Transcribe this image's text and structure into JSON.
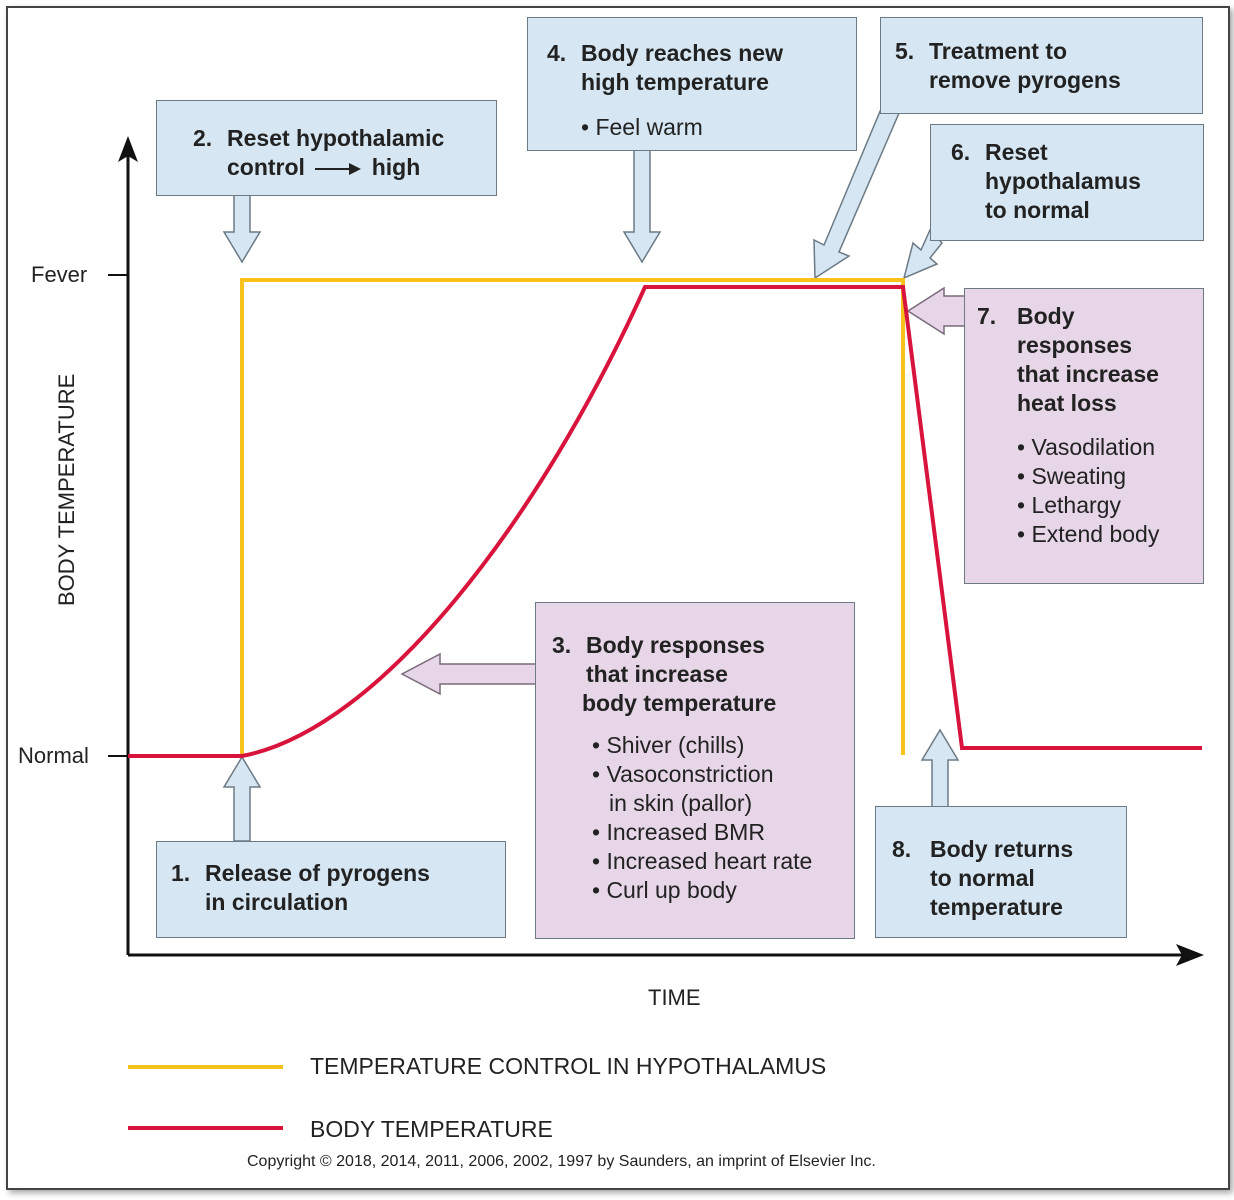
{
  "axes": {
    "y_label": "BODY TEMPERATURE",
    "x_label": "TIME",
    "y_ticks": [
      "Fever",
      "Normal"
    ]
  },
  "boxes": {
    "b1": {
      "num": "1.",
      "lines": [
        "Release of pyrogens",
        "in circulation"
      ]
    },
    "b2": {
      "num": "2.",
      "lines": [
        "Reset hypothalamic",
        "control",
        "high"
      ]
    },
    "b3": {
      "num": "3.",
      "lines": [
        "Body responses",
        "that increase",
        "body temperature"
      ],
      "bullets": [
        "• Shiver (chills)",
        "• Vasoconstriction",
        "in skin (pallor)",
        "• Increased BMR",
        "• Increased heart rate",
        "• Curl up body"
      ]
    },
    "b4": {
      "num": "4.",
      "lines": [
        "Body reaches new",
        "high temperature"
      ],
      "bullets": [
        "• Feel warm"
      ]
    },
    "b5": {
      "num": "5.",
      "lines": [
        "Treatment to",
        "remove pyrogens"
      ]
    },
    "b6": {
      "num": "6.",
      "lines": [
        "Reset",
        "hypothalamus",
        "to normal"
      ]
    },
    "b7": {
      "num": "7.",
      "lines": [
        "Body",
        "responses",
        "that increase",
        "heat loss"
      ],
      "bullets": [
        "• Vasodilation",
        "• Sweating",
        "• Lethargy",
        "• Extend body"
      ]
    },
    "b8": {
      "num": "8.",
      "lines": [
        "Body returns",
        "to normal",
        "temperature"
      ]
    }
  },
  "legend": {
    "control": {
      "label": "TEMPERATURE CONTROL IN HYPOTHALAMUS",
      "color": "#f7c21b"
    },
    "body": {
      "label": "BODY TEMPERATURE",
      "color": "#d9143c"
    }
  },
  "copyright": "Copyright © 2018, 2014, 2011, 2006, 2002, 1997 by Saunders, an imprint of Elsevier Inc."
}
